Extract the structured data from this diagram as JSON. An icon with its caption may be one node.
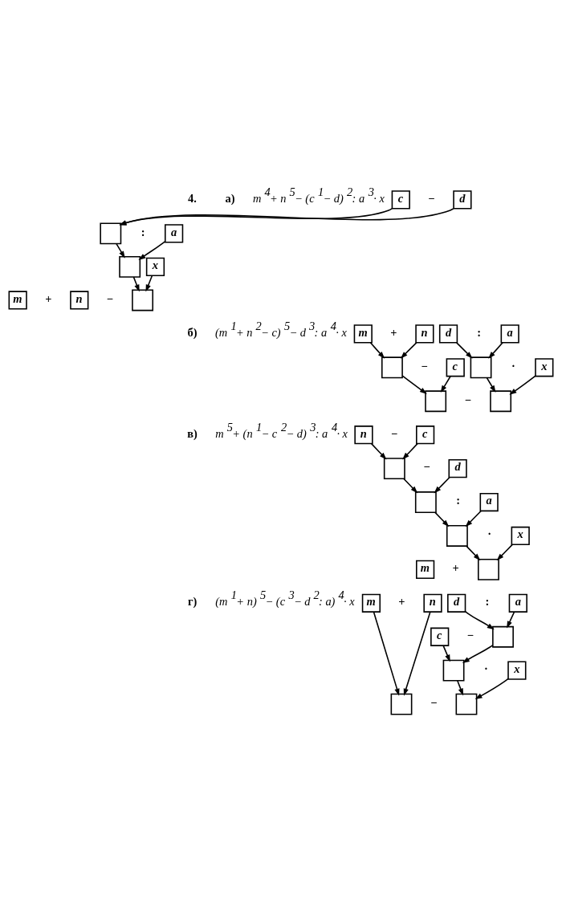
{
  "diagram": {
    "nodes": [
      {
        "text": [
          "c"
        ]
      },
      {
        "text": [
          "d"
        ]
      },
      {
        "text": [],
        "shape": "box"
      },
      {
        "text": [
          "a"
        ]
      },
      {
        "text": [],
        "shape": "box"
      },
      {
        "text": [
          "x"
        ]
      },
      {
        "text": [
          "m"
        ]
      },
      {
        "text": [
          "n"
        ]
      },
      {
        "text": [],
        "shape": "box"
      },
      {
        "text": [
          "m"
        ]
      },
      {
        "text": [
          "n"
        ]
      },
      {
        "text": [
          "d"
        ]
      },
      {
        "text": [
          "a"
        ]
      },
      {
        "text": [],
        "shape": "box"
      },
      {
        "text": [
          "c"
        ]
      },
      {
        "text": [],
        "shape": "box"
      },
      {
        "text": [
          "x"
        ]
      },
      {
        "text": [],
        "shape": "box"
      },
      {
        "text": [],
        "shape": "box"
      },
      {
        "text": [
          "n"
        ]
      },
      {
        "text": [
          "c"
        ]
      },
      {
        "text": [],
        "shape": "box"
      },
      {
        "text": [
          "d"
        ]
      },
      {
        "text": [],
        "shape": "box"
      },
      {
        "text": [
          "a"
        ]
      },
      {
        "text": [],
        "shape": "box"
      },
      {
        "text": [
          "x"
        ]
      },
      {
        "text": [
          "m"
        ]
      },
      {
        "text": [],
        "shape": "box"
      },
      {
        "text": [
          "m"
        ]
      },
      {
        "text": [
          "n"
        ]
      },
      {
        "text": [
          "d"
        ]
      },
      {
        "text": [
          "a"
        ]
      },
      {
        "text": [
          "c"
        ]
      },
      {
        "text": [],
        "shape": "box"
      },
      {
        "text": [],
        "shape": "box"
      },
      {
        "text": [
          "x"
        ]
      },
      {
        "text": [],
        "shape": "box"
      },
      {
        "text": [],
        "shape": "box"
      }
    ],
    "edges": [
      {
        "from": 0,
        "to": 2,
        "arrow": "to"
      },
      {
        "from": 1,
        "to": 2,
        "arrow": "to"
      },
      {
        "from": 2,
        "to": 4,
        "arrow": "to"
      },
      {
        "from": 3,
        "to": 4,
        "arrow": "to"
      },
      {
        "from": 4,
        "to": 8,
        "arrow": "to"
      },
      {
        "from": 5,
        "to": 8,
        "arrow": "to"
      },
      {
        "from": 9,
        "to": 13,
        "arrow": "to"
      },
      {
        "from": 10,
        "to": 13,
        "arrow": "to"
      },
      {
        "from": 11,
        "to": 15,
        "arrow": "to"
      },
      {
        "from": 12,
        "to": 15,
        "arrow": "to"
      },
      {
        "from": 13,
        "to": 17,
        "arrow": "to"
      },
      {
        "from": 14,
        "to": 17,
        "arrow": "to"
      },
      {
        "from": 15,
        "to": 18,
        "arrow": "to"
      },
      {
        "from": 16,
        "to": 18,
        "arrow": "to"
      },
      {
        "from": 19,
        "to": 21,
        "arrow": "to"
      },
      {
        "from": 20,
        "to": 21,
        "arrow": "to"
      },
      {
        "from": 21,
        "to": 23,
        "arrow": "to"
      },
      {
        "from": 22,
        "to": 23,
        "arrow": "to"
      },
      {
        "from": 23,
        "to": 25,
        "arrow": "to"
      },
      {
        "from": 24,
        "to": 25,
        "arrow": "to"
      },
      {
        "from": 25,
        "to": 28,
        "arrow": "to"
      },
      {
        "from": 26,
        "to": 28,
        "arrow": "to"
      },
      {
        "from": 29,
        "to": 37,
        "arrow": "to"
      },
      {
        "from": 30,
        "to": 37,
        "arrow": "to"
      },
      {
        "from": 31,
        "to": 34,
        "arrow": "to"
      },
      {
        "from": 32,
        "to": 34,
        "arrow": "to"
      },
      {
        "from": 33,
        "to": 35,
        "arrow": "to"
      },
      {
        "from": 34,
        "to": 35,
        "arrow": "to"
      },
      {
        "from": 35,
        "to": 38,
        "arrow": "to"
      },
      {
        "from": 36,
        "to": 38,
        "arrow": "to"
      }
    ],
    "labels": [
      "4.",
      "а)",
      "m $^{4}$+ n $^{5}$− (c $^{1}$− d) $^{2}$: a $^{3}$· x",
      "−",
      ":",
      "+",
      "−",
      "б)",
      "(m $^{1}$+ n $^{2}$− c) $^{5}$− d $^{3}$: a $^{4}$· x",
      "+",
      ":",
      "−",
      "·",
      "−",
      "в)",
      "m $^{5}$+ (n $^{1}$− c $^{2}$− d) $^{3}$: a $^{4}$· x",
      "−",
      "−",
      ":",
      "·",
      "+",
      "г)",
      "(m $^{1}$+ n) $^{5}$− (c $^{3}$− d $^{2}$: a) $^{4}$· x",
      "+",
      ":",
      "−",
      "·",
      "−"
    ]
  }
}
